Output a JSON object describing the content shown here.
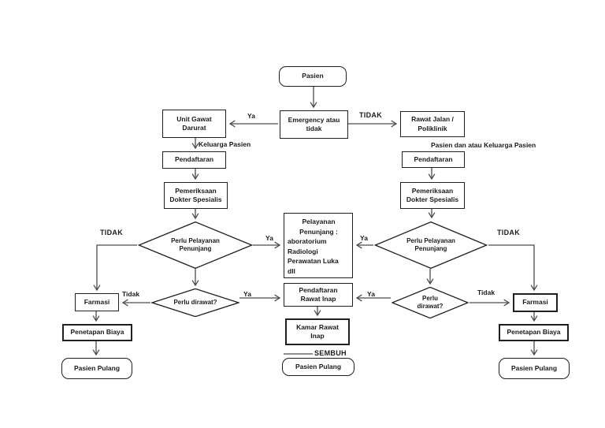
{
  "diagram": {
    "kind": "hospital-patient-flowchart",
    "colors": {
      "line": "#4a4a4a",
      "border": "#1f1f1f",
      "background": "#ffffff",
      "text": "#1a1a1a"
    }
  },
  "nodes": {
    "pasien": {
      "label": "Pasien"
    },
    "emergency": {
      "label": "Emergency atau tidak"
    },
    "ugd": {
      "label": "Unit Gawat Darurat"
    },
    "rawat_jalan": {
      "label": "Rawat Jalan / Poliklinik"
    },
    "pendaftaran_left": {
      "label": "Pendaftaran"
    },
    "pendaftaran_right": {
      "label": "Pendaftaran"
    },
    "pemeriksaan_left": {
      "label": "Pemeriksaan Dokter Spesialis"
    },
    "pemeriksaan_right": {
      "label": "Pemeriksaan Dokter Spesialis"
    },
    "perlu_penunjang_left": {
      "label": "Perlu Pelayanan Penunjang"
    },
    "perlu_penunjang_right": {
      "label": "Perlu Pelayanan Penunjang"
    },
    "penunjang": {
      "lines": [
        "Pelayanan",
        "Penunjang :",
        "aboratorium",
        "Radiologi",
        "Perawatan Luka",
        "dll"
      ]
    },
    "perlu_dirawat_left": {
      "label": "Perlu dirawat?"
    },
    "perlu_dirawat_right": {
      "label": "Perlu dirawat?"
    },
    "pendaftaran_rawat_inap": {
      "label": "Pendaftaran Rawat Inap"
    },
    "kamar_rawat_inap": {
      "label": "Kamar Rawat Inap"
    },
    "farmasi_left": {
      "label": "Farmasi"
    },
    "farmasi_right": {
      "label": "Farmasi"
    },
    "penetapan_left": {
      "label": "Penetapan Biaya"
    },
    "penetapan_right": {
      "label": "Penetapan Biaya"
    },
    "pasien_pulang_left": {
      "label": "Pasien Pulang"
    },
    "pasien_pulang_center": {
      "label": "Pasien Pulang"
    },
    "pasien_pulang_right": {
      "label": "Pasien Pulang"
    }
  },
  "edge_labels": {
    "ya_emergency": "Ya",
    "tidak_emergency": "TIDAK",
    "keluarga_pasien": "Keluarga Pasien",
    "pasien_dan_keluarga": "Pasien dan atau Keluarga Pasien",
    "tidak_penunjang_left": "TIDAK",
    "tidak_penunjang_right": "TIDAK",
    "ya_penunjang_left": "Ya",
    "ya_penunjang_right": "Ya",
    "tidak_dirawat_left": "Tidak",
    "ya_dirawat_left": "Ya",
    "ya_dirawat_right": "Ya",
    "tidak_dirawat_right": "Tidak",
    "sembuh": "SEMBUH"
  }
}
